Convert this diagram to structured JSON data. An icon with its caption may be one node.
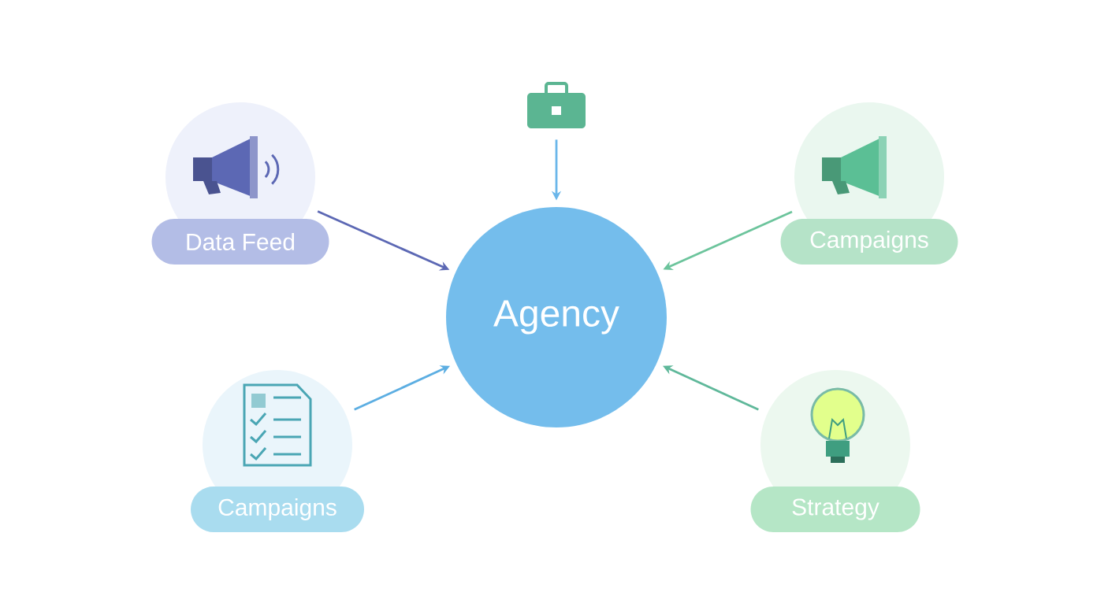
{
  "diagram": {
    "nodes": [
      {
        "text": [
          "Agency"
        ]
      },
      {
        "text": [
          "Data Feed"
        ]
      },
      {
        "text": [],
        "shape": "briefcase"
      },
      {
        "text": [
          "Campaigns"
        ]
      },
      {
        "text": [
          "Campaigns"
        ]
      },
      {
        "text": [
          "Strategy"
        ]
      }
    ],
    "edges": [
      {
        "from": 1,
        "to": 0,
        "arrow": "to",
        "color": "#5c68b4"
      },
      {
        "from": 2,
        "to": 0,
        "arrow": "to",
        "color": "#6ab6ea"
      },
      {
        "from": 3,
        "to": 0,
        "arrow": "to",
        "color": "#6cc49c"
      },
      {
        "from": 4,
        "to": 0,
        "arrow": "to",
        "color": "#5caee2"
      },
      {
        "from": 5,
        "to": 0,
        "arrow": "to",
        "color": "#5fb89a"
      }
    ]
  }
}
